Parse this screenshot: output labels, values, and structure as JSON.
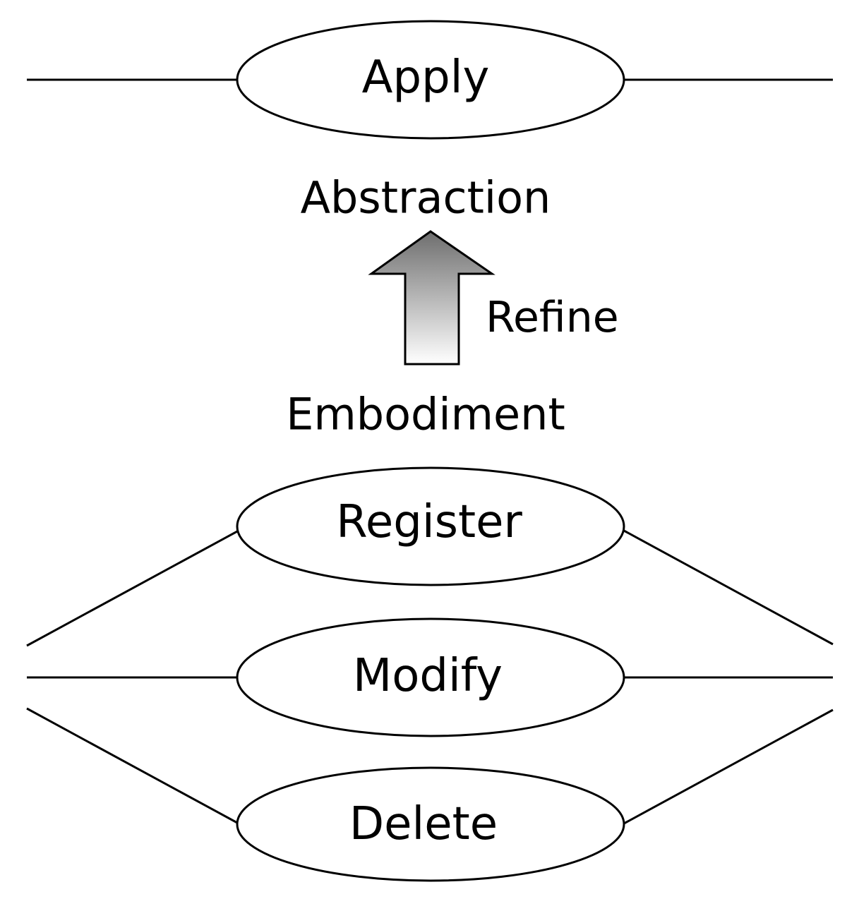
{
  "diagram": {
    "top_use_case": {
      "label": "Apply"
    },
    "abstraction_label": "Abstraction",
    "refine_label": "Refine",
    "embodiment_label": "Embodiment",
    "bottom_use_cases": [
      {
        "label": "Register"
      },
      {
        "label": "Modify"
      },
      {
        "label": "Delete"
      }
    ],
    "colors": {
      "stroke": "#000000",
      "background": "#ffffff",
      "arrow_gradient_top": "#6e6e6e",
      "arrow_gradient_bottom": "#ffffff"
    }
  }
}
